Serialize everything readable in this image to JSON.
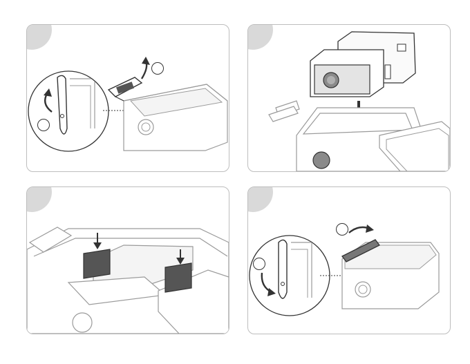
{
  "steps": [
    {
      "id": "step-1",
      "number": "",
      "markers": [
        "",
        ""
      ]
    },
    {
      "id": "step-2",
      "number": "",
      "markers": []
    },
    {
      "id": "step-3",
      "number": "",
      "markers": []
    },
    {
      "id": "step-4",
      "number": "",
      "markers": [
        "",
        ""
      ]
    }
  ],
  "colors": {
    "outline": "#333333",
    "light_outline": "#9a9a9a",
    "step_tab": "#d9d9d9",
    "housing_fill": "#e4e4e4",
    "filter_fill": "#8a8a8a",
    "arrow": "#333333"
  }
}
